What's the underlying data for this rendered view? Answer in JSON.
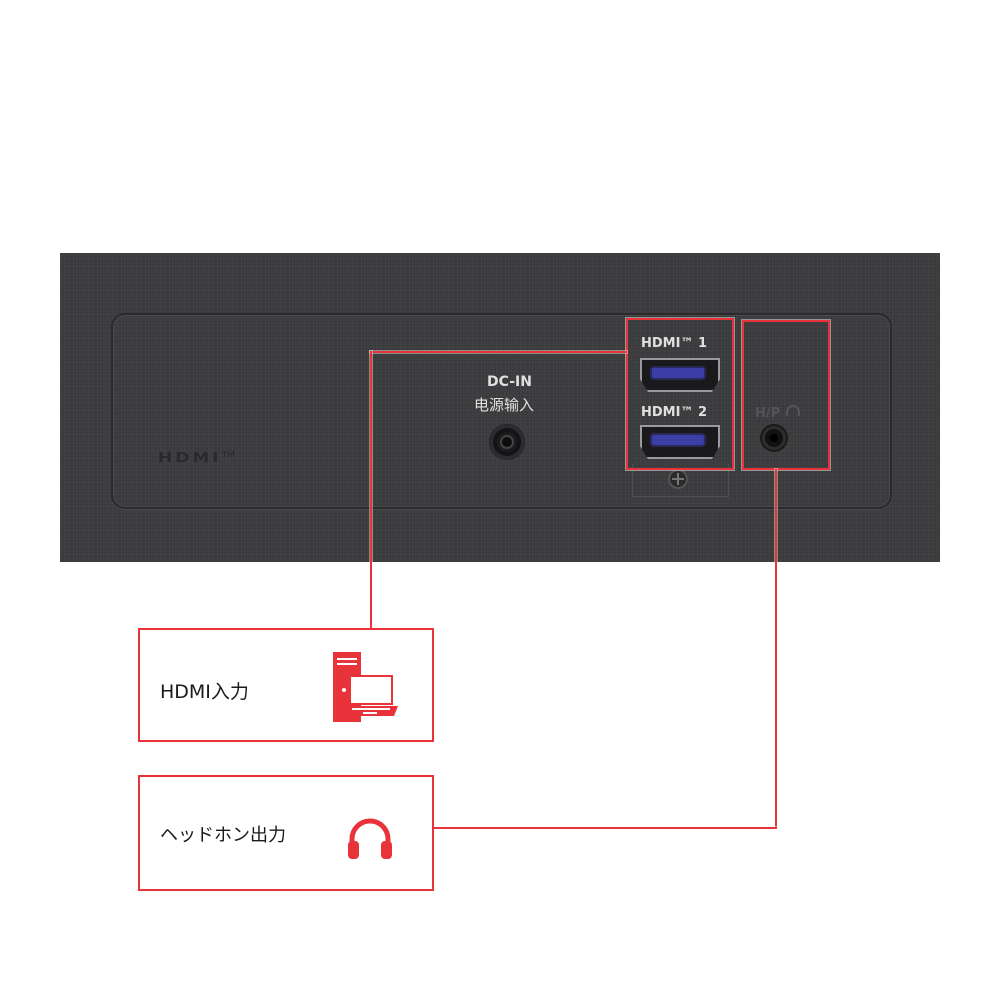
{
  "panel": {
    "logo_text": "HDMI",
    "logo_tm": "TM",
    "dc_label_line1": "DC-IN",
    "dc_label_line2": "电源输入",
    "hdmi1_label": "HDMI™ 1",
    "hdmi2_label": "HDMI™ 2",
    "hp_label": "H/P"
  },
  "callouts": [
    {
      "label": "HDMI入力",
      "icon": "pc-laptop-icon"
    },
    {
      "label": "ヘッドホン出力",
      "icon": "headphone-icon"
    }
  ],
  "colors": {
    "accent": "#e8333a",
    "panel": "#3c3c3e",
    "port_blue": "#3d3da8"
  }
}
